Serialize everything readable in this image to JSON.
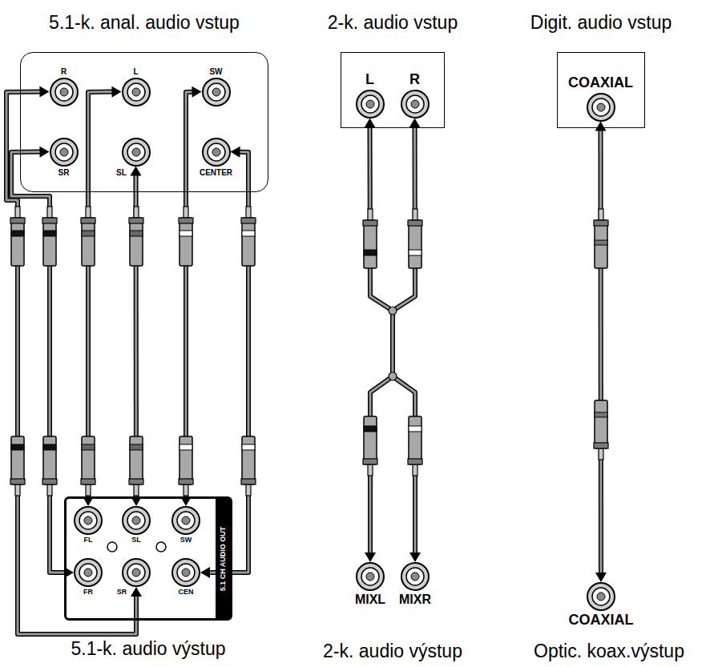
{
  "diagram": {
    "nodes": [
      {
        "text": [
          "5.1-k. anal. audio vstup"
        ]
      },
      {
        "text": [
          "R"
        ],
        "in": 0
      },
      {
        "text": [
          "L"
        ],
        "in": 0
      },
      {
        "text": [
          "SW"
        ],
        "in": 0
      },
      {
        "text": [
          "SR"
        ],
        "in": 0
      },
      {
        "text": [
          "SL"
        ],
        "in": 0
      },
      {
        "text": [
          "CENTER"
        ],
        "in": 0
      },
      {
        "text": [
          "2-k. audio vstup"
        ]
      },
      {
        "text": [
          "L"
        ],
        "in": 7
      },
      {
        "text": [
          "R"
        ],
        "in": 7
      },
      {
        "text": [
          "Digit. audio vstup"
        ]
      },
      {
        "text": [
          "COAXIAL"
        ],
        "in": 10
      },
      {
        "text": [
          "5.1 CH AUDIO OUT",
          "5.1-k. audio výstup"
        ]
      },
      {
        "text": [
          "FL"
        ],
        "in": 12
      },
      {
        "text": [
          "SL"
        ],
        "in": 12
      },
      {
        "text": [
          "SW"
        ],
        "in": 12
      },
      {
        "text": [
          "FR"
        ],
        "in": 12
      },
      {
        "text": [
          "SR"
        ],
        "in": 12
      },
      {
        "text": [
          "CEN"
        ],
        "in": 12
      },
      {
        "text": [
          "MIXL"
        ]
      },
      {
        "text": [
          "MIXR"
        ]
      },
      {
        "text": [
          "COAXIAL"
        ]
      }
    ],
    "edges": [
      {
        "from": 17,
        "to": 1,
        "arrow": "both"
      },
      {
        "from": 16,
        "to": 4,
        "arrow": "both"
      },
      {
        "from": 13,
        "to": 2,
        "arrow": "both"
      },
      {
        "from": 14,
        "to": 5,
        "arrow": "both"
      },
      {
        "from": 15,
        "to": 3,
        "arrow": "both"
      },
      {
        "from": 18,
        "to": 6,
        "arrow": "both"
      },
      {
        "from": 19,
        "to": 8,
        "arrow": "both"
      },
      {
        "from": 20,
        "to": 9,
        "arrow": "both"
      },
      {
        "from": 21,
        "to": 11,
        "arrow": "both"
      }
    ],
    "labels": [
      "2-k. audio výstup",
      "Optic. koax.výstup"
    ]
  }
}
